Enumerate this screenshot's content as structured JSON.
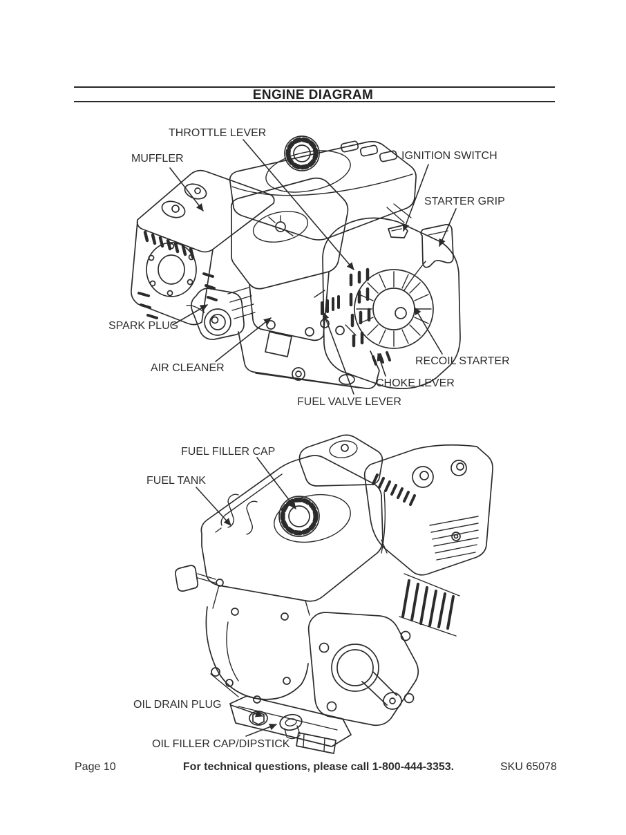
{
  "header": {
    "title": "ENGINE DIAGRAM"
  },
  "labels_top": {
    "throttle_lever": "THROTTLE LEVER",
    "muffler": "MUFFLER",
    "ignition_switch": "IGNITION SWITCH",
    "starter_grip": "STARTER GRIP",
    "spark_plug": "SPARK PLUG",
    "air_cleaner": "AIR CLEANER",
    "recoil_starter": "RECOIL STARTER",
    "choke_lever": "CHOKE LEVER",
    "fuel_valve_lever": "FUEL VALVE LEVER"
  },
  "labels_bottom": {
    "fuel_filler_cap": "FUEL FILLER CAP",
    "fuel_tank": "FUEL TANK",
    "oil_drain_plug": "OIL DRAIN PLUG",
    "oil_filler_cap_dipstick": "OIL FILLER CAP/DIPSTICK"
  },
  "footer": {
    "page_number": "Page 10",
    "support_text": "For technical questions, please call 1-800-444-3353.",
    "sku": "SKU 65078"
  },
  "colors": {
    "ink": "#2b2b2b",
    "text": "#2d2d2d"
  }
}
